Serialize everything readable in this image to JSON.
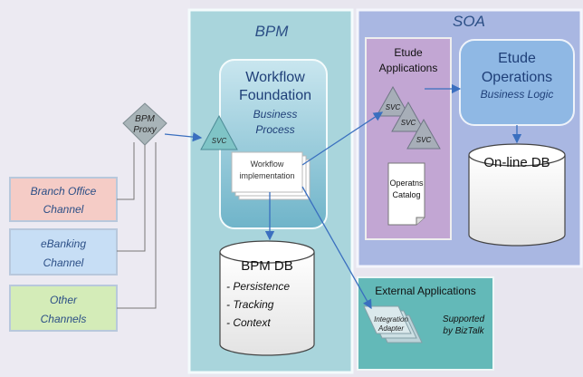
{
  "bpm": {
    "title": "BPM",
    "wf": {
      "line1": "Workflow",
      "line2": "Foundation",
      "sub1": "Business",
      "sub2": "Process"
    },
    "impl": {
      "line1": "Workflow",
      "line2": "implementation"
    },
    "db": {
      "title": "BPM DB",
      "items": [
        "- Persistence",
        "- Tracking",
        "- Context"
      ]
    }
  },
  "soa": {
    "title": "SOA",
    "apps": {
      "line1": "Etude",
      "line2": "Applications",
      "svc": [
        "SVC",
        "SVC",
        "SVC"
      ]
    },
    "catalog": {
      "line1": "Operatns",
      "line2": "Catalog"
    },
    "ops": {
      "line1": "Etude",
      "line2": "Operations",
      "sub": "Business Logic"
    },
    "db": "On-line DB"
  },
  "proxy": {
    "line1": "BPM",
    "line2": "Proxy"
  },
  "svc_bpm": "SVC",
  "channels": [
    {
      "line1": "Branch Office",
      "line2": "Channel",
      "fill": "#f5ccc6"
    },
    {
      "line1": "eBanking",
      "line2": "Channel",
      "fill": "#c7def5"
    },
    {
      "line1": "Other",
      "line2": "Channels",
      "fill": "#d4ecb8"
    }
  ],
  "external": {
    "title": "External Applications",
    "adapter": {
      "line1": "Integration",
      "line2": "Adapter"
    },
    "note": {
      "line1": "Supported",
      "line2": "by BizTalk"
    }
  },
  "colors": {
    "bpm_panel": "#a9d5dc",
    "soa_panel": "#a9b7e2",
    "apps_box": "#c2a6d3",
    "ops_box": "#8fb8e4",
    "external_panel": "#63b9b8",
    "arrow": "#3a6fbf"
  }
}
